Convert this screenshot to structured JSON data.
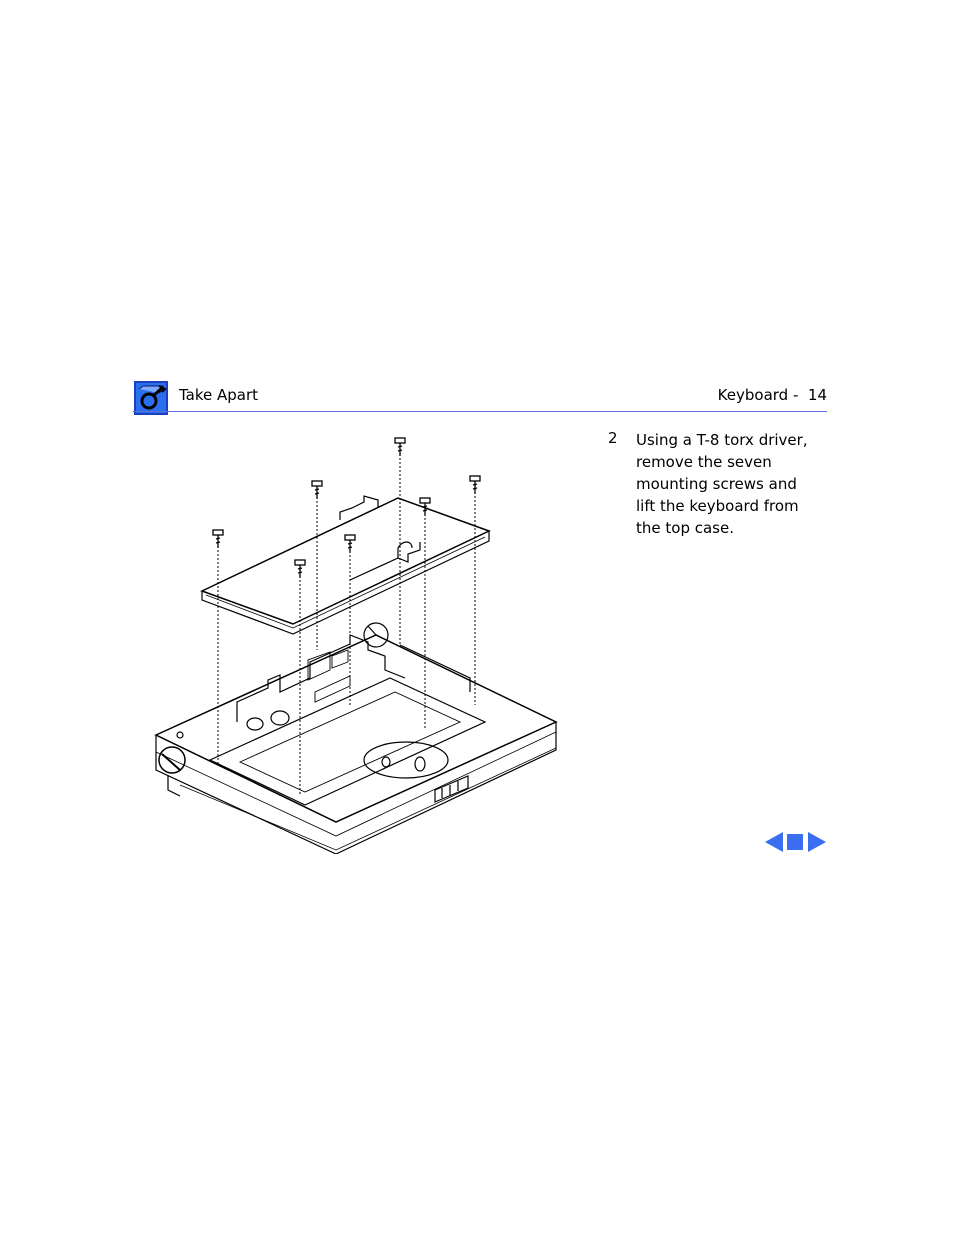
{
  "header": {
    "section_title": "Take Apart",
    "page_label": "Keyboard -  14",
    "logo_icon": "apple-service-wrench-icon"
  },
  "step": {
    "number": "2",
    "text": "Using a T-8 torx driver,\nremove the seven\nmounting screws and\nlift the keyboard from\nthe top case."
  },
  "illustration": {
    "icon": "keyboard-removal-exploded-diagram"
  },
  "navigation": {
    "prev_icon": "left-arrow-icon",
    "home_icon": "square-stop-icon",
    "next_icon": "right-arrow-icon",
    "color": "#3a6df0"
  },
  "colors": {
    "rule": "#5b6fd8",
    "logo_bg": "#2a5fe8"
  }
}
